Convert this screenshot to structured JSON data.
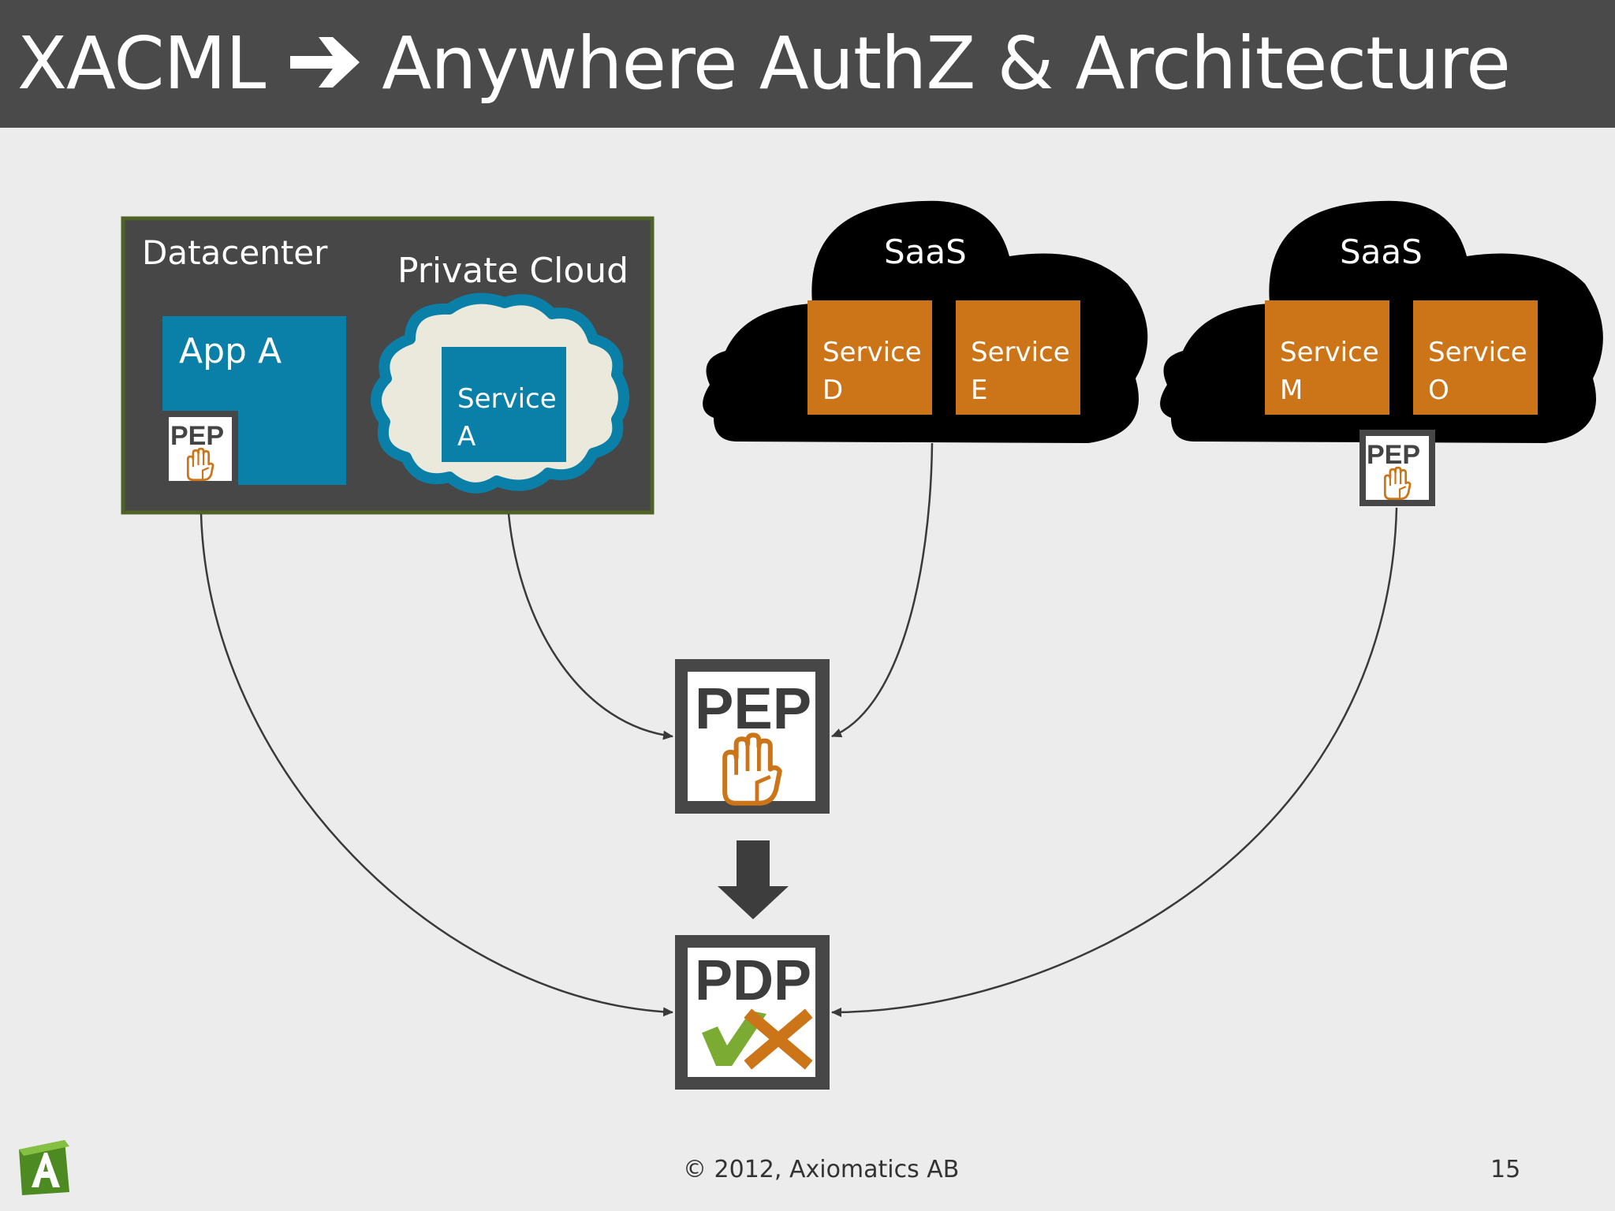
{
  "slide": {
    "title_left": "XACML",
    "title_right": "Anywhere AuthZ & Architecture",
    "footer_copyright": "© 2012, Axiomatics AB",
    "page_number": "15"
  },
  "datacenter": {
    "label": "Datacenter",
    "app_label": "App A",
    "pep_label": "PEP"
  },
  "private_cloud": {
    "label": "Private Cloud",
    "service_line1": "Service",
    "service_line2": "A"
  },
  "saas_1": {
    "label": "SaaS",
    "services": [
      {
        "line1": "Service",
        "line2": "D"
      },
      {
        "line1": "Service",
        "line2": "E"
      }
    ]
  },
  "saas_2": {
    "label": "SaaS",
    "services": [
      {
        "line1": "Service",
        "line2": "M"
      },
      {
        "line1": "Service",
        "line2": "O"
      }
    ],
    "pep_label": "PEP"
  },
  "center_pep": {
    "label": "PEP"
  },
  "center_pdp": {
    "label": "PDP"
  },
  "colors": {
    "title_bar": "#4a4a4a",
    "background": "#ececec",
    "datacenter_fill": "#474747",
    "datacenter_border": "#4f6228",
    "blue": "#0a7fa8",
    "cloud_fill": "#ebe9dc",
    "orange": "#cc7418",
    "pep_frame": "#4a4a4a",
    "check_green": "#7bab32",
    "logo_green": "#5a9a2a"
  },
  "icons": [
    "arrow-right-icon",
    "hand-icon",
    "check-icon",
    "cross-icon",
    "axiomatics-logo-icon"
  ]
}
